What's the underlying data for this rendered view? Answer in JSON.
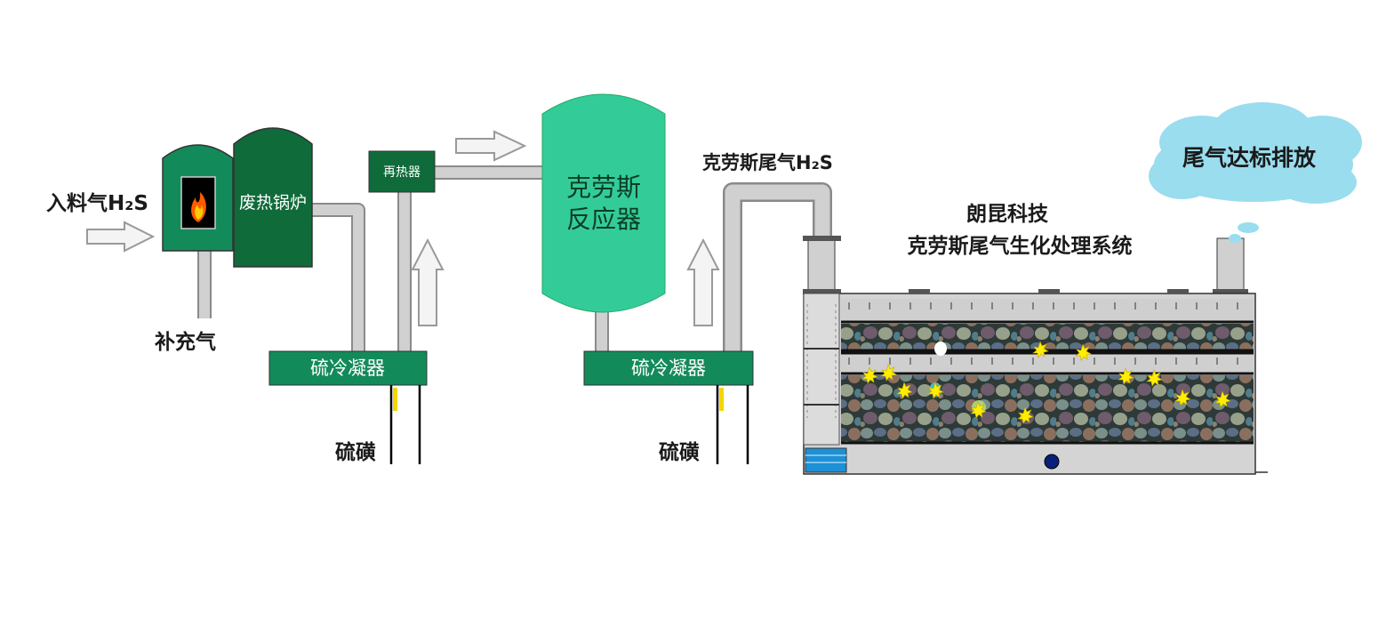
{
  "labels": {
    "feed_gas": "入料气H₂S",
    "make_up_gas": "补充气",
    "waste_heat_boiler": "废热锅炉",
    "reheater": "再热器",
    "claus_reactor_line1": "克劳斯",
    "claus_reactor_line2": "反应器",
    "sulfur_condenser_1": "硫冷凝器",
    "sulfur_condenser_2": "硫冷凝器",
    "sulfur_1": "硫磺",
    "sulfur_2": "硫磺",
    "claus_tail_gas": "克劳斯尾气H₂S",
    "company": "朗昆科技",
    "system_title": "克劳斯尾气生化处理系统",
    "discharge": "尾气达标排放"
  },
  "colors": {
    "green_light": "#33cc99",
    "green_mid": "#138a5a",
    "green_dark": "#0f6b3a",
    "pipe_gray": "#d0d0d0",
    "pipe_stroke": "#8a8a8a",
    "cloud": "#99ddee",
    "spark": "#ffee00",
    "water": "#1e90d6"
  }
}
